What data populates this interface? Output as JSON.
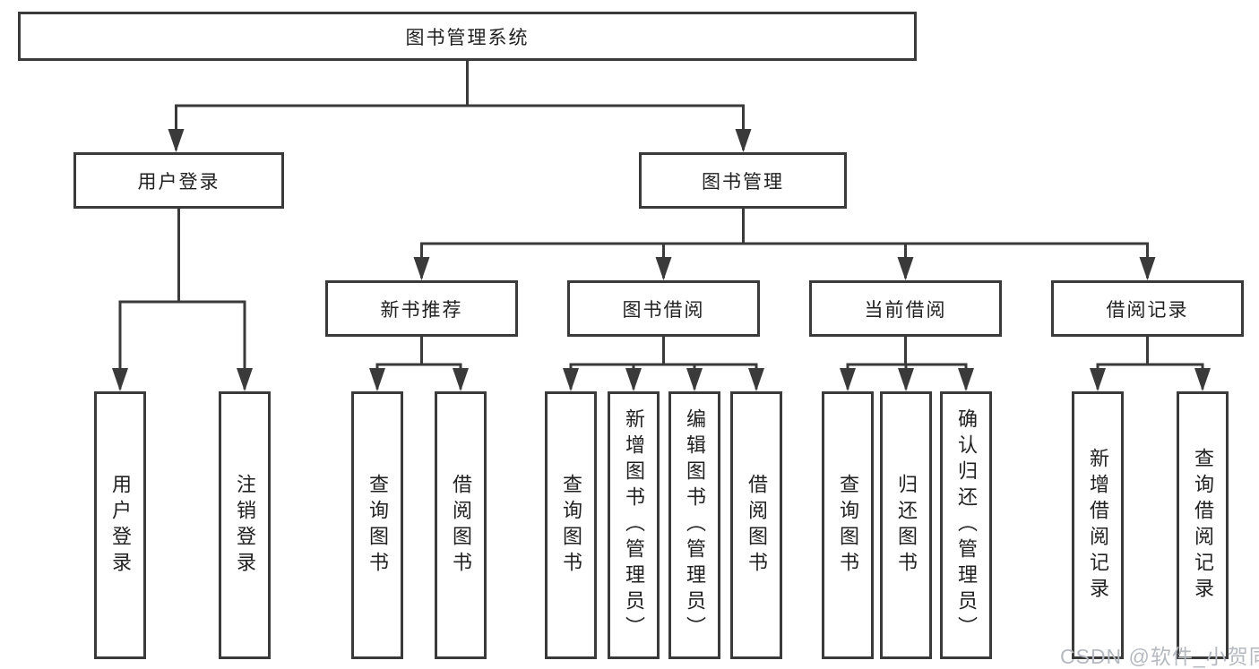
{
  "tree": {
    "label": "图书管理系统",
    "children": [
      {
        "label": "用户登录",
        "children": [
          {
            "label": "用户登录"
          },
          {
            "label": "注销登录"
          }
        ]
      },
      {
        "label": "图书管理",
        "children": [
          {
            "label": "新书推荐",
            "children": [
              {
                "label": "查询图书"
              },
              {
                "label": "借阅图书"
              }
            ]
          },
          {
            "label": "图书借阅",
            "children": [
              {
                "label": "查询图书"
              },
              {
                "label": "新增图书（管理员）"
              },
              {
                "label": "编辑图书（管理员）"
              },
              {
                "label": "借阅图书"
              }
            ]
          },
          {
            "label": "当前借阅",
            "children": [
              {
                "label": "查询图书"
              },
              {
                "label": "归还图书"
              },
              {
                "label": "确认归还（管理员）"
              }
            ]
          },
          {
            "label": "借阅记录",
            "children": [
              {
                "label": "新增借阅记录"
              },
              {
                "label": "查询借阅记录"
              }
            ]
          }
        ]
      }
    ]
  },
  "watermark": {
    "text": "CSDN @软件_小贺同学"
  },
  "colors": {
    "line": "#3a3a3a",
    "box_border": "#3a3a3a",
    "text": "#212121",
    "watermark": "#b5b9c0",
    "background": "#ffffff"
  }
}
